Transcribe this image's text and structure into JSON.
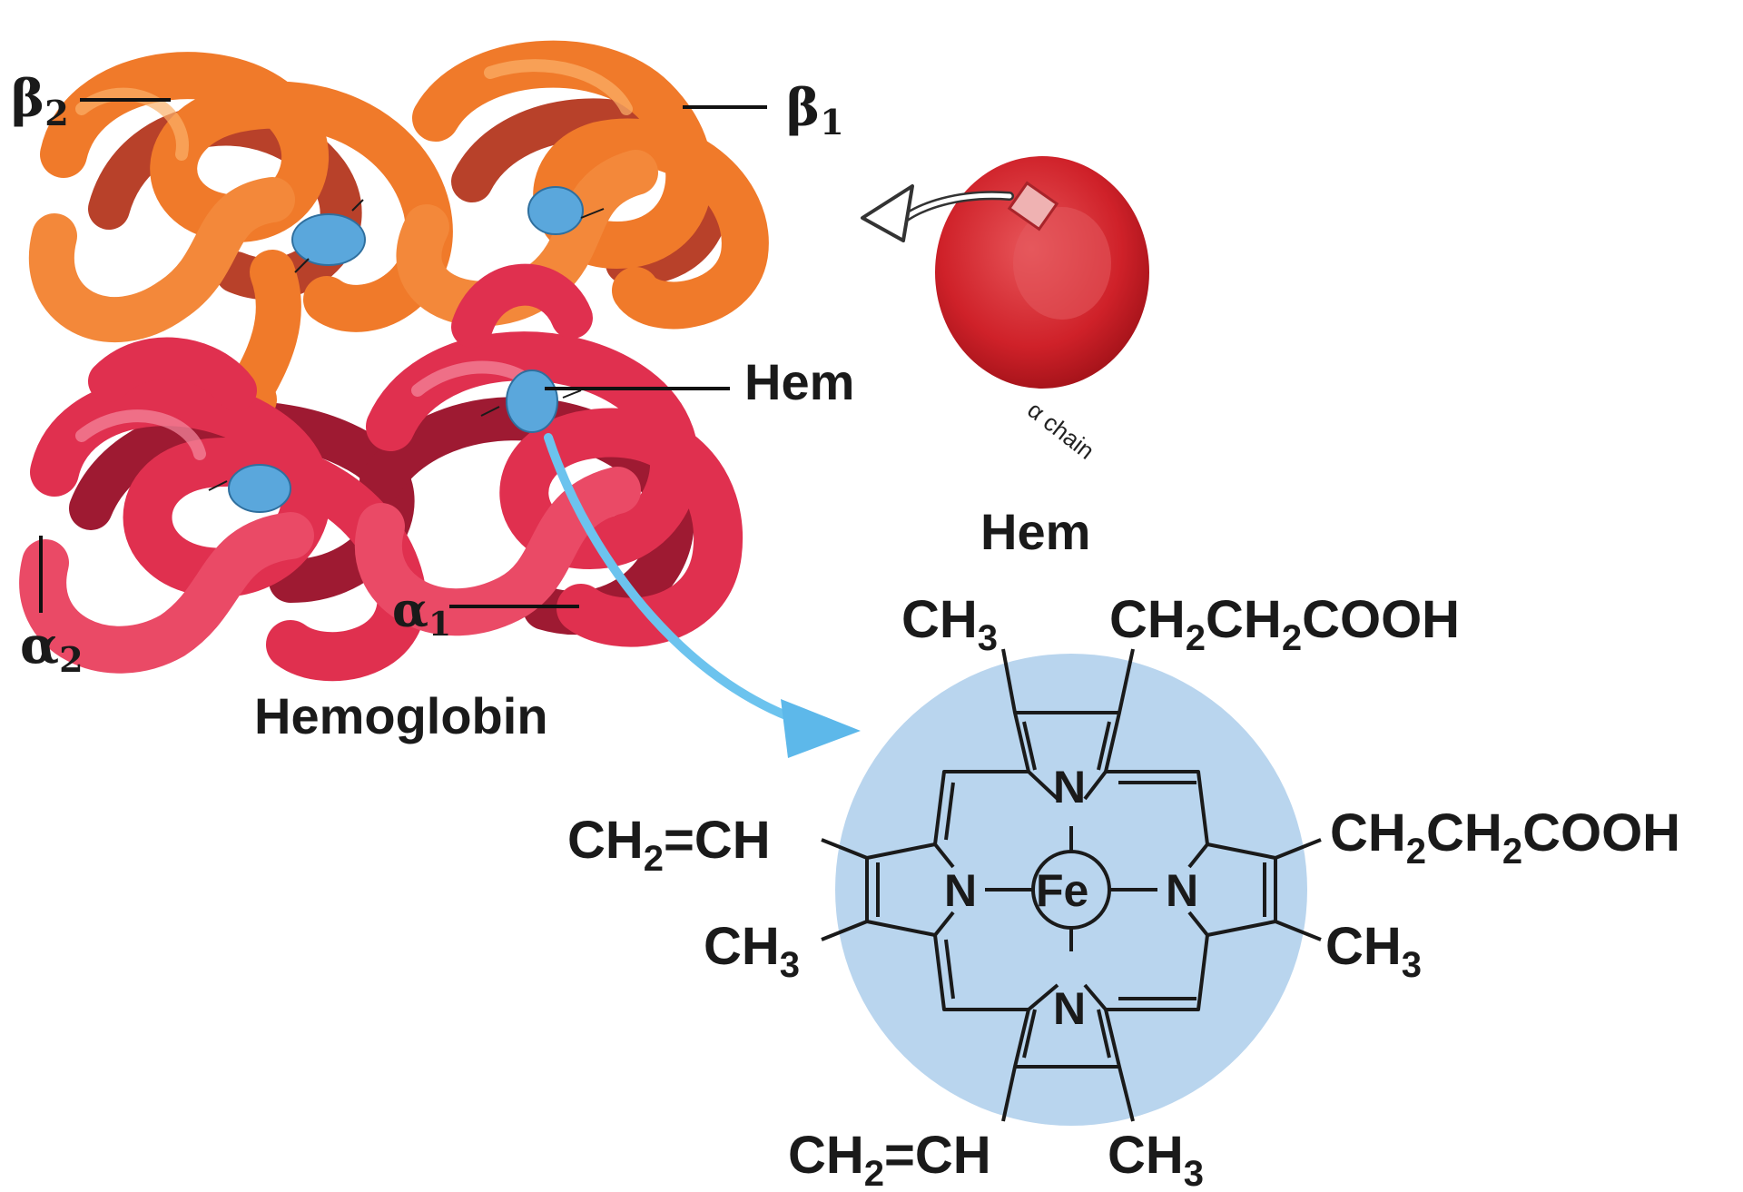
{
  "labels": {
    "beta2": "β",
    "beta2_sub": "2",
    "beta1": "β",
    "beta1_sub": "1",
    "alpha2": "α",
    "alpha2_sub": "2",
    "alpha1": "α",
    "alpha1_sub": "1",
    "hem_pointer": "Hem",
    "hemoglobin": "Hemoglobin",
    "alpha_chain": "α chain",
    "hem_title": "Hem"
  },
  "structure": {
    "top_left": {
      "a": "CH",
      "a_sub": "3"
    },
    "top_right": {
      "a": "CH",
      "a_sub": "2",
      "b": "CH",
      "b_sub": "2",
      "c": "COOH"
    },
    "left_upper": {
      "a": "CH",
      "a_sub": "2",
      "b": "=CH"
    },
    "left_lower": {
      "a": "CH",
      "a_sub": "3"
    },
    "right_upper": {
      "a": "CH",
      "a_sub": "2",
      "b": "CH",
      "b_sub": "2",
      "c": "COOH"
    },
    "right_lower": {
      "a": "CH",
      "a_sub": "3"
    },
    "bottom_left": {
      "a": "CH",
      "a_sub": "2",
      "b": "=CH"
    },
    "bottom_right": {
      "a": "CH",
      "a_sub": "3"
    },
    "n_top": "N",
    "n_left": "N",
    "n_right": "N",
    "n_bottom": "N",
    "fe": "Fe"
  },
  "colors": {
    "beta_chain": "#f07a2a",
    "alpha_chain": "#e0304f",
    "heme_disc": "#5aa7dc",
    "heme_circle_bg": "#b9d5ee",
    "red_cell": "#d8262e",
    "arrow_blue": "#6cc3ee"
  }
}
